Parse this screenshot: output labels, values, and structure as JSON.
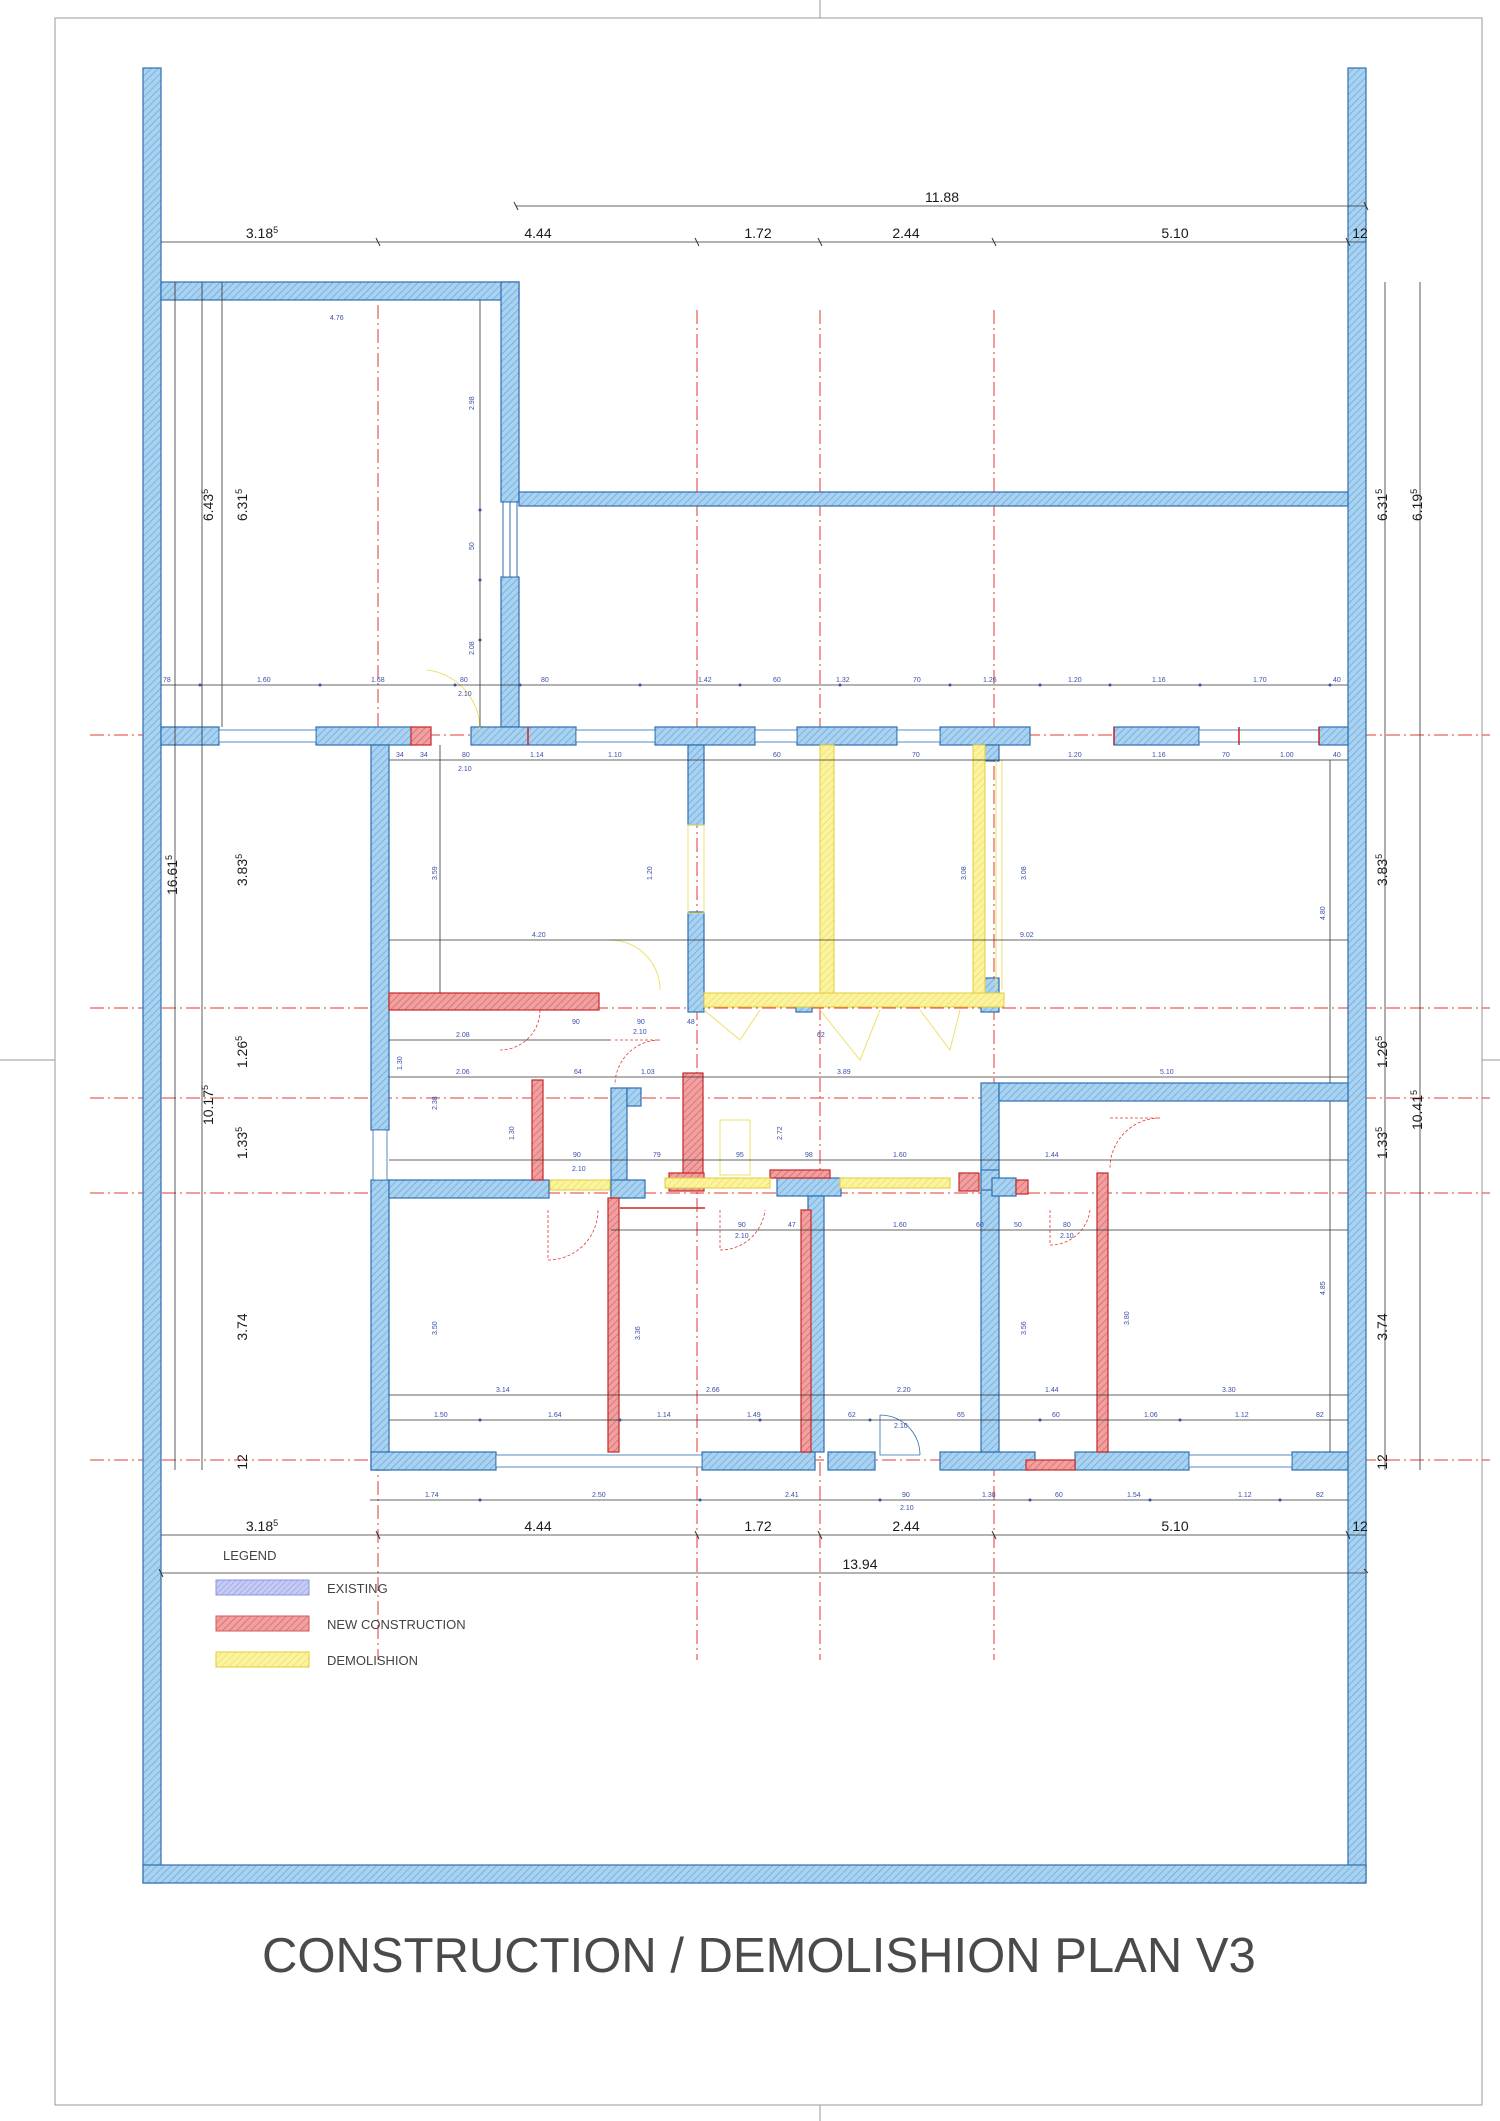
{
  "title": "CONSTRUCTION / DEMOLISHION PLAN V3",
  "colors": {
    "existing_wall": "#8fc4ea",
    "existing_edge": "#2f6fb0",
    "new_wall": "#e88b8b",
    "new_edge": "#c62828",
    "demolition": "#f5ea74",
    "axis": "#e53935",
    "dim_line": "#333333"
  },
  "legend": {
    "heading": "LEGEND",
    "items": [
      {
        "label": "EXISTING",
        "color": "#b8bdf0"
      },
      {
        "label": "NEW CONSTRUCTION",
        "color": "#f2a7a7"
      },
      {
        "label": "DEMOLISHION",
        "color": "#fbf6a8"
      }
    ]
  },
  "dimensions": {
    "top_overall": "11.88",
    "top_row": {
      "a": "3.18",
      "a_sup": "5",
      "b": "4.44",
      "c": "1.72",
      "d": "2.44",
      "e": "5.10",
      "f": "12"
    },
    "bottom_row": {
      "a": "3.18",
      "a_sup": "5",
      "b": "4.44",
      "c": "1.72",
      "d": "2.44",
      "e": "5.10",
      "f": "12"
    },
    "bottom_overall": "13.94",
    "left": {
      "total_upper": "6.43",
      "total_upper_sup": "5",
      "upper": "6.31",
      "upper_sup": "5",
      "total_lower": "16.61",
      "total_lower_sup": "5",
      "sub_total": "10.17",
      "sub_total_sup": "5",
      "r1": "3.83",
      "r1_sup": "5",
      "r2": "1.26",
      "r2_sup": "5",
      "r3": "1.33",
      "r3_sup": "5",
      "r4": "3.74",
      "r5": "12"
    },
    "right": {
      "upper": "6.31",
      "upper_sup": "5",
      "total_upper": "6.19",
      "total_upper_sup": "5",
      "r1": "3.83",
      "r1_sup": "5",
      "r2": "1.26",
      "r2_sup": "5",
      "r3": "1.33",
      "r3_sup": "5",
      "r4": "3.74",
      "r5": "12",
      "total_lower": "10.41",
      "total_lower_sup": "5"
    }
  },
  "inner_labels": {
    "top_chain": [
      "78",
      "1.60",
      "1.68",
      "80",
      "80",
      "1.42",
      "60",
      "1.32",
      "70",
      "1.26",
      "1.20",
      "1.16",
      "1.70",
      "40"
    ],
    "room_chain": [
      "34",
      "34",
      "80",
      "1.14",
      "1.10",
      "60",
      "70",
      "1.20",
      "1.16",
      "70",
      "1.00",
      "40"
    ],
    "mid_chain": [
      "4.20",
      "9.02"
    ],
    "corridor_chain": [
      "2.08",
      "90",
      "90",
      "48",
      "62"
    ],
    "corridor_chain_2": [
      "2.06",
      "64",
      "1.03",
      "3.89",
      "5.10"
    ],
    "lower_chain": [
      "90",
      "79",
      "95",
      "98",
      "1.60",
      "1.44"
    ],
    "rooms_chain": [
      "90",
      "47",
      "1.60",
      "60",
      "50",
      "80"
    ],
    "base_chain": [
      "3.14",
      "2.66",
      "2.20",
      "1.44",
      "3.30"
    ],
    "base_chain_2": [
      "1.50",
      "1.64",
      "1.14",
      "1.49",
      "62",
      "65",
      "60",
      "1.06",
      "1.12",
      "82"
    ],
    "outside_chain": [
      "1.74",
      "2.50",
      "2.41",
      "90",
      "1.38",
      "60",
      "1.54",
      "1.12",
      "82"
    ],
    "vertical": [
      "2.98",
      "50",
      "2.08",
      "3.59",
      "1.20",
      "3.08",
      "3.08",
      "4.80",
      "1.30",
      "2.38",
      "1.30",
      "2.72",
      "3.50",
      "3.36",
      "3.56",
      "3.80",
      "4.85"
    ],
    "door_size": "2.10",
    "room_width": "4.76"
  }
}
